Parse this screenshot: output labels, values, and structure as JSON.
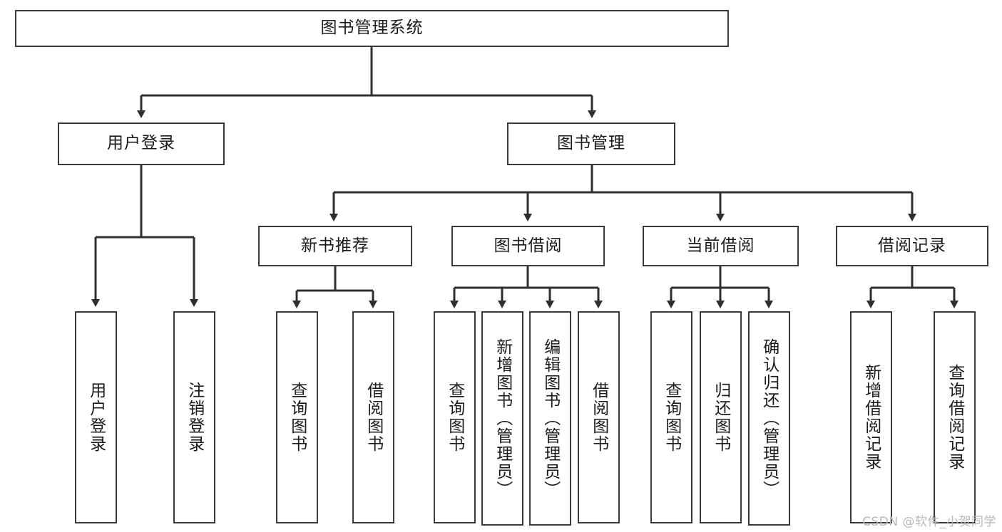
{
  "diagram": {
    "title": "图书管理系统",
    "type": "tree-hierarchy-chart",
    "root": {
      "label": "图书管理系统"
    },
    "level1": [
      {
        "label": "用户登录"
      },
      {
        "label": "图书管理"
      }
    ],
    "level2": [
      {
        "label": "新书推荐"
      },
      {
        "label": "图书借阅"
      },
      {
        "label": "当前借阅"
      },
      {
        "label": "借阅记录"
      }
    ],
    "leaves": {
      "user_login": [
        {
          "label": "用户登录"
        },
        {
          "label": "注销登录"
        }
      ],
      "new_book_recommend": [
        {
          "label": "查询图书"
        },
        {
          "label": "借阅图书"
        }
      ],
      "book_borrow": [
        {
          "label": "查询图书"
        },
        {
          "label": "新增图书（管理员）"
        },
        {
          "label": "编辑图书（管理员）"
        },
        {
          "label": "借阅图书"
        }
      ],
      "current_borrow": [
        {
          "label": "查询图书"
        },
        {
          "label": "归还图书"
        },
        {
          "label": "确认归还（管理员）"
        }
      ],
      "borrow_record": [
        {
          "label": "新增借阅记录"
        },
        {
          "label": "查询借阅记录"
        }
      ]
    }
  },
  "watermark": {
    "text": "CSDN @软件_小贺同学"
  },
  "colors": {
    "box_border": "#3a3a3a",
    "box_fill": "#ffffff",
    "connector": "#2f2f2f",
    "text": "#1b1b1b",
    "watermark": "#b9b9b9",
    "background": "#ffffff"
  }
}
